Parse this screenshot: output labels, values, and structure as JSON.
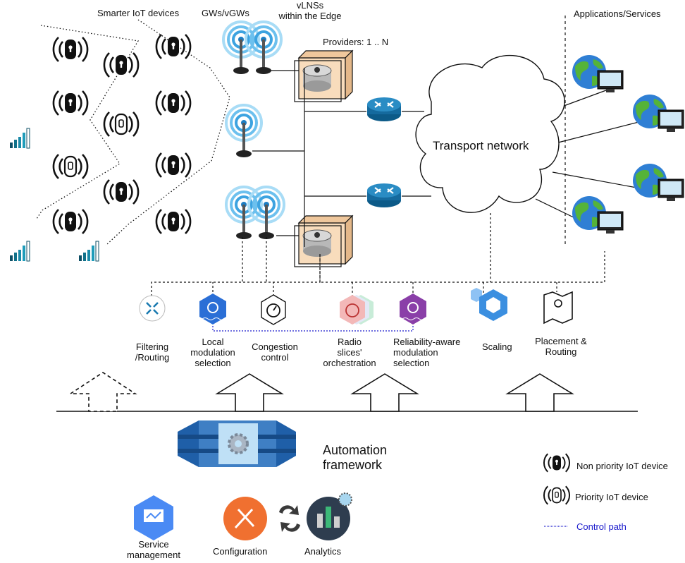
{
  "headers": {
    "devices": "Smarter IoT devices",
    "gateways": "GWs/vGWs",
    "vlns_line1": "vLNSs",
    "vlns_line2": "within the Edge",
    "providers": "Providers: 1 .. N",
    "apps": "Applications/Services"
  },
  "network": {
    "transport": "Transport network"
  },
  "functions": [
    {
      "line1": "Filtering",
      "line2": "/Routing",
      "line3": ""
    },
    {
      "line1": "Local",
      "line2": "modulation",
      "line3": "selection"
    },
    {
      "line1": "Congestion",
      "line2": "control",
      "line3": ""
    },
    {
      "line1": "Radio",
      "line2": "slices'",
      "line3": "orchestration"
    },
    {
      "line1": "Reliability-aware",
      "line2": "modulation",
      "line3": "selection"
    },
    {
      "line1": "Scaling",
      "line2": "",
      "line3": ""
    },
    {
      "line1": "Placement &",
      "line2": "Routing",
      "line3": ""
    }
  ],
  "framework": {
    "line1": "Automation",
    "line2": "framework"
  },
  "tools": {
    "service_line1": "Service",
    "service_line2": "management",
    "configuration": "Configuration",
    "analytics": "Analytics"
  },
  "legend": {
    "non_priority": "Non priority IoT device",
    "priority": "Priority IoT device",
    "control_path": "Control path"
  },
  "colors": {
    "control_path": "#1a1acc",
    "gateway": "#5ab4e8",
    "router": "#1a7ab0",
    "framework": "#3f7fc4",
    "scaling": "#3b8fe0",
    "service": "#4a8af4",
    "configuration": "#f07030",
    "analytics": "#2e3d4f"
  }
}
